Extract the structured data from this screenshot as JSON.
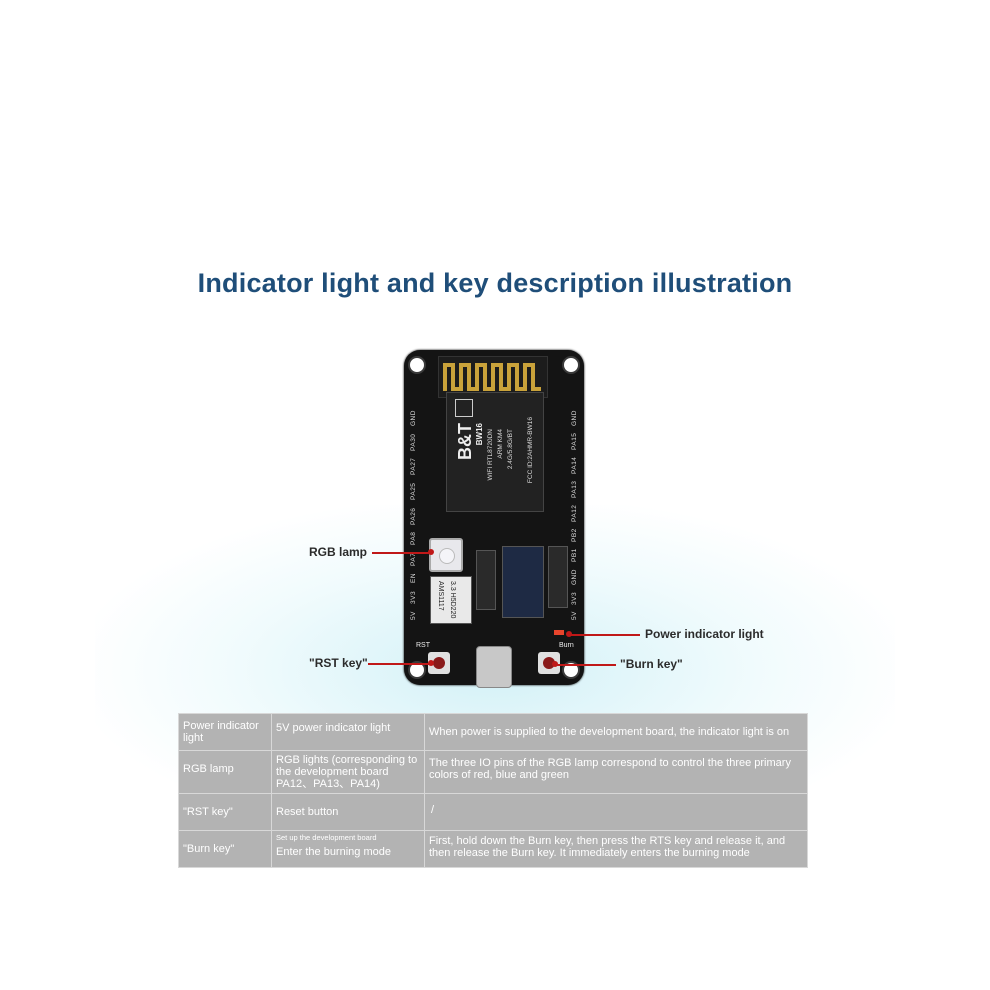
{
  "title": "Indicator light and key description illustration",
  "board": {
    "brand": "B&T",
    "model": "BW16",
    "module_lines": [
      "WIFI RTL8720DN",
      "ARM KM4",
      "2.4G/5.8G/BT"
    ],
    "fcc_id": "FCC ID:2AHMR-BW16",
    "regulator_lines": [
      "AMS1117",
      "3.3 H5D220"
    ],
    "pins_left": [
      "5V",
      "3V3",
      "EN",
      "PA7",
      "PA8",
      "PA26",
      "PA25",
      "PA27",
      "PA30",
      "GND"
    ],
    "pins_right": [
      "5V",
      "3V3",
      "GND",
      "PB1",
      "PB2",
      "PA12",
      "PA13",
      "PA14",
      "PA15",
      "GND"
    ],
    "rst_label": "RST",
    "burn_label": "Burn"
  },
  "callouts": {
    "rgb_lamp": "RGB lamp",
    "power_light": "Power indicator light",
    "rst_key": "\"RST key\"",
    "burn_key": "\"Burn key\""
  },
  "colors": {
    "title": "#1f4e79",
    "arrow": "#c01818",
    "table_bg": "#b3b3b3"
  },
  "table": {
    "rows": [
      {
        "name": "Power indicator light",
        "function_small": "",
        "function": "5V power indicator light",
        "description": "When power is supplied to the development board, the indicator light is on"
      },
      {
        "name": "RGB lamp",
        "function_small": "",
        "function": "RGB lights (corresponding to the development board PA12、PA13、PA14)",
        "description": "The three IO pins of the RGB lamp correspond to control the three primary colors of red, blue and green"
      },
      {
        "name": "\"RST key\"",
        "function_small": "",
        "function": "Reset button",
        "description": "/"
      },
      {
        "name": "\"Burn key\"",
        "function_small": "Set up the development board",
        "function": "Enter the burning mode",
        "description": "First, hold down the Burn key, then press the RTS key and release it, and then release the Burn key. It immediately enters the burning mode"
      }
    ]
  }
}
